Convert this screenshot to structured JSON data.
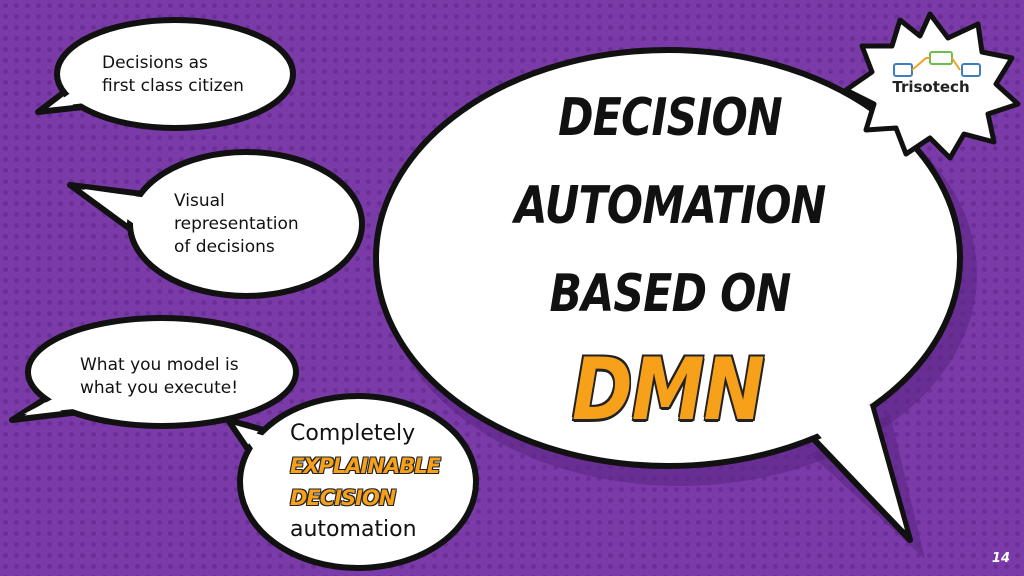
{
  "bubbles": [
    {
      "lines": [
        "Decisions as",
        "first class citizen"
      ]
    },
    {
      "lines": [
        "Visual",
        "representation",
        "of decisions"
      ]
    },
    {
      "lines": [
        "What you model is",
        "what you execute!"
      ]
    }
  ],
  "main": {
    "title_lines": [
      "Decision",
      "Automation",
      "based on"
    ],
    "acronym": "DMN"
  },
  "explainable": {
    "line1": "Completely",
    "highlight1": "Explainable",
    "highlight2": "Decision",
    "line4": "automation"
  },
  "logo": {
    "text": "Trisotech"
  },
  "page_number": "14",
  "colors": {
    "background": "#7a3ba8",
    "accent": "#f7a11a",
    "bubble": "#ffffff",
    "outline": "#111111"
  }
}
